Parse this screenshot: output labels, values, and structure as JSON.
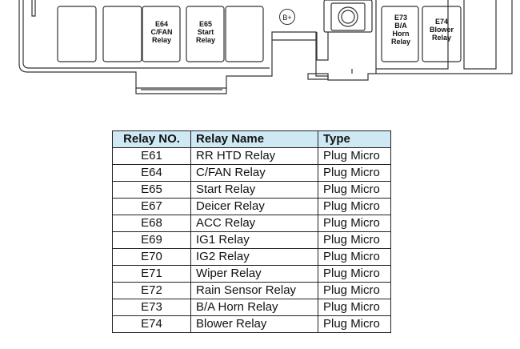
{
  "diagram": {
    "bplus_label": "B+",
    "relays": [
      {
        "id": "e64",
        "label": "E64\nC/FAN\nRelay"
      },
      {
        "id": "e65",
        "label": "E65\nStart\nRelay"
      },
      {
        "id": "e73",
        "label": "E73\nB/A\nHorn\nRelay"
      },
      {
        "id": "e74",
        "label": "E74\nBlower\nRelay"
      }
    ]
  },
  "table": {
    "headers": [
      "Relay NO.",
      "Relay Name",
      "Type"
    ],
    "rows": [
      [
        "E61",
        "RR HTD Relay",
        "Plug Micro"
      ],
      [
        "E64",
        "C/FAN Relay",
        "Plug Micro"
      ],
      [
        "E65",
        "Start Relay",
        "Plug Micro"
      ],
      [
        "E67",
        "Deicer Relay",
        "Plug Micro"
      ],
      [
        "E68",
        "ACC Relay",
        "Plug Micro"
      ],
      [
        "E69",
        "IG1 Relay",
        "Plug Micro"
      ],
      [
        "E70",
        "IG2 Relay",
        "Plug Micro"
      ],
      [
        "E71",
        "Wiper Relay",
        "Plug Micro"
      ],
      [
        "E72",
        "Rain Sensor Relay",
        "Plug Micro"
      ],
      [
        "E73",
        "B/A Horn Relay",
        "Plug Micro"
      ],
      [
        "E74",
        "Blower Relay",
        "Plug Micro"
      ]
    ],
    "header_color": "#cfe9f4"
  }
}
